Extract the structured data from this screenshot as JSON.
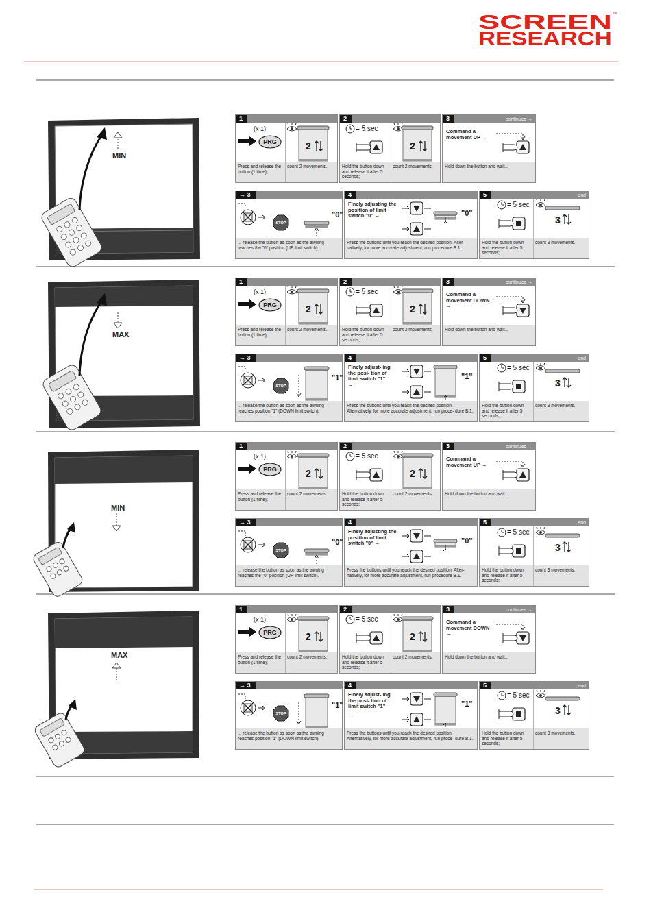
{
  "diagram": {
    "nodes": [
      {
        "text": [
          "1",
          "(x 1)",
          "PRG",
          "2",
          "Press and release the button (1 time);",
          "count 2 movements."
        ]
      },
      {
        "text": [
          "2",
          "= 5 sec",
          "2",
          "Hold the button down and release it after 5 seconds;",
          "count 2 movements."
        ]
      },
      {
        "text": [
          "3",
          "continues →",
          "Command a movement UP →",
          "Hold down the button and wait..."
        ]
      },
      {
        "text": [
          "→ 3",
          "STOP",
          "\"0\"",
          "... release the button as soon as the awning reaches the \"0\" position (UP limit switch)."
        ]
      },
      {
        "text": [
          "4",
          "Finely adjusting the position of limit switch \"0\" →",
          "\"0\"",
          "Press the buttons until you reach the desired position. Alter- natively, for more accurate adjustment, run procedure B.1."
        ]
      },
      {
        "text": [
          "5",
          "end",
          "= 5 sec",
          "3",
          "Hold the button down and release it after 5 seconds;",
          "count 3 movements."
        ]
      },
      {
        "text": [
          "1",
          "(x 1)",
          "PRG",
          "2",
          "Press and release the button (1 time);",
          "count 2 movements."
        ]
      },
      {
        "text": [
          "2",
          "= 5 sec",
          "2",
          "Hold the button down and release it after 5 seconds;",
          "count 2 movements."
        ]
      },
      {
        "text": [
          "3",
          "continues →",
          "Command a movement DOWN →",
          "Hold down the button and wait..."
        ]
      },
      {
        "text": [
          "→ 3",
          "STOP",
          "\"1\"",
          "... release the button as soon as the awning reaches position \"1\" (DOWN limit switch)."
        ]
      },
      {
        "text": [
          "4",
          "Finely adjust- ing the posi- tion of limit switch \"1\" →",
          "\"1\"",
          "Press the buttons until you reach the desired position. Alternatively, for more accurate adjustment, run proce- dure B.1."
        ]
      },
      {
        "text": [
          "5",
          "end",
          "= 5 sec",
          "3",
          "Hold the button down and release it after 5 seconds;",
          "count 3 movements."
        ]
      },
      {
        "text": [
          "1",
          "(x 1)",
          "PRG",
          "2",
          "Press and release the button (1 time);",
          "count 2 movements."
        ]
      },
      {
        "text": [
          "2",
          "= 5 sec",
          "2",
          "Hold the button down and release it after 5 seconds;",
          "count 2 movements."
        ]
      },
      {
        "text": [
          "3",
          "continues →",
          "Command a movement UP →",
          "Hold down the button and wait..."
        ]
      },
      {
        "text": [
          "→ 3",
          "STOP",
          "\"0\"",
          "... release the button as soon as the awning reaches the \"0\" position (UP limit switch)."
        ]
      },
      {
        "text": [
          "4",
          "Finely adjusting the position of limit switch \"0\" →",
          "\"0\"",
          "Press the buttons until you reach the desired position. Alter- natively, for more accurate adjustment, run procedure B.1."
        ]
      },
      {
        "text": [
          "5",
          "end",
          "= 5 sec",
          "3",
          "Hold the button down and release it after 5 seconds;",
          "count 3 movements."
        ]
      },
      {
        "text": [
          "1",
          "(x 1)",
          "PRG",
          "2",
          "Press and release the button (1 time);",
          "count 2 movements."
        ]
      },
      {
        "text": [
          "2",
          "= 5 sec",
          "2",
          "Hold the button down and release it after 5 seconds;",
          "count 2 movements."
        ]
      },
      {
        "text": [
          "3",
          "continues →",
          "Command a movement DOWN →",
          "Hold down the button and wait..."
        ]
      },
      {
        "text": [
          "→ 3",
          "STOP",
          "\"1\"",
          "... release the button as soon as the awning reaches position \"1\" (DOWN limit switch)."
        ]
      },
      {
        "text": [
          "4",
          "Finely adjust- ing the posi- tion of limit switch \"1\" →",
          "\"1\"",
          "Press the buttons until you reach the desired position. Alternatively, for more accurate adjustment, run proce- dure B.1."
        ]
      },
      {
        "text": [
          "5",
          "end",
          "= 5 sec",
          "3",
          "Hold the button down and release it after 5 seconds;",
          "count 3 movements."
        ]
      }
    ],
    "labels": [
      "SCREEN",
      "™",
      "RESEARCH",
      "MIN",
      "MAX",
      "MIN",
      "MAX"
    ]
  }
}
